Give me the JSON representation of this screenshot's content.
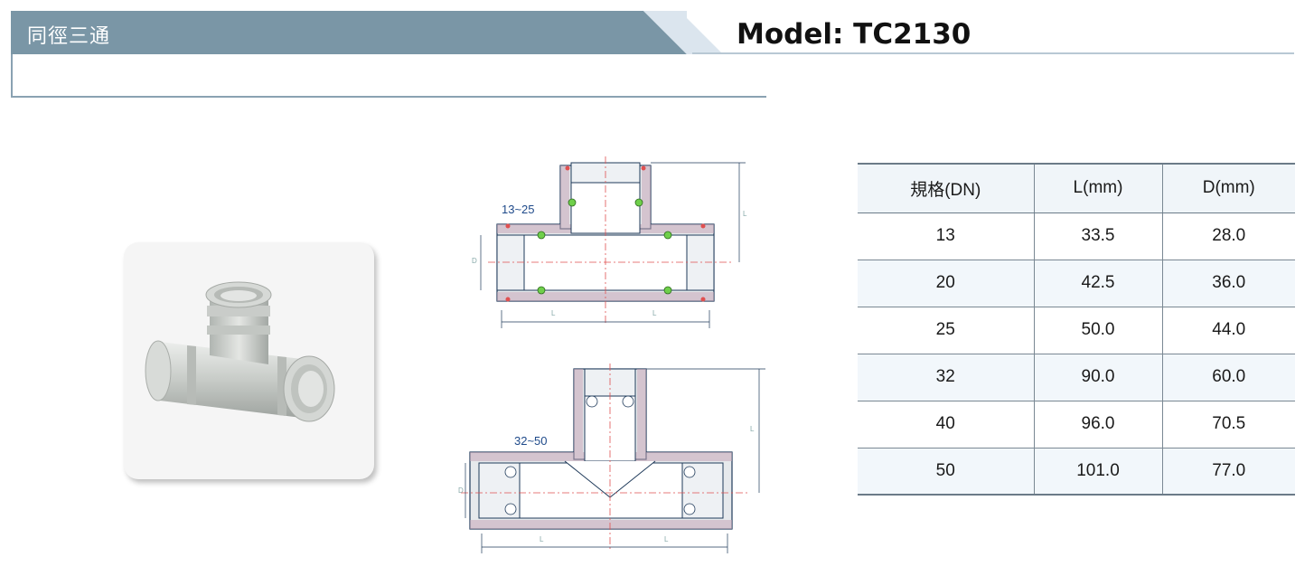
{
  "header": {
    "title": "同徑三通",
    "model_label": "Model: TC2130",
    "band_color": "#7a96a6",
    "accent_color": "#dbe5ee"
  },
  "drawings": {
    "top_range": "13~25",
    "bottom_range": "32~50",
    "dim_L": "L",
    "dim_D": "D"
  },
  "table": {
    "headers": [
      "規格(DN)",
      "L(mm)",
      "D(mm)"
    ],
    "rows": [
      [
        "13",
        "33.5",
        "28.0"
      ],
      [
        "20",
        "42.5",
        "36.0"
      ],
      [
        "25",
        "50.0",
        "44.0"
      ],
      [
        "32",
        "90.0",
        "60.0"
      ],
      [
        "40",
        "96.0",
        "70.5"
      ],
      [
        "50",
        "101.0",
        "77.0"
      ]
    ]
  }
}
